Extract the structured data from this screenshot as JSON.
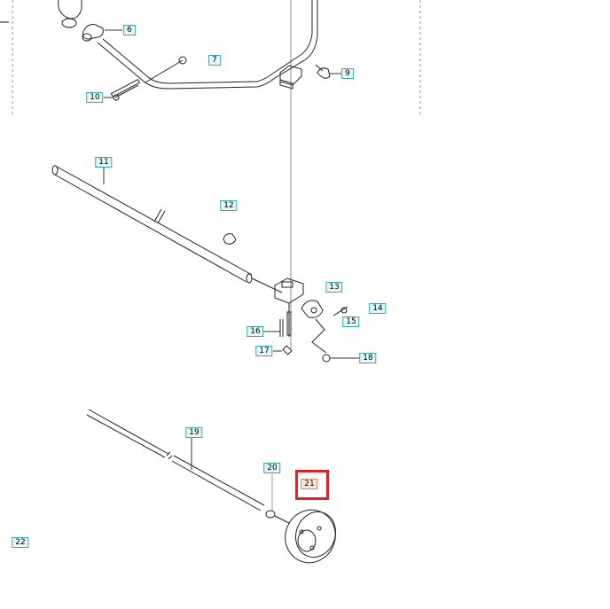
{
  "diagram": {
    "parts": {
      "p6": "6",
      "p7": "7",
      "p9": "9",
      "p10": "10",
      "p11": "11",
      "p12": "12",
      "p13": "13",
      "p14": "14",
      "p15": "15",
      "p16": "16",
      "p17": "17",
      "p18": "18",
      "p19": "19",
      "p20": "20",
      "p21": "21",
      "p22": "22"
    },
    "highlighted_part": "21",
    "colors": {
      "label_border": "#3aa6b2",
      "label_fill": "#e6f7f7",
      "highlight": "#e0202a",
      "highlight_label_fill": "#fbe6dc"
    }
  }
}
